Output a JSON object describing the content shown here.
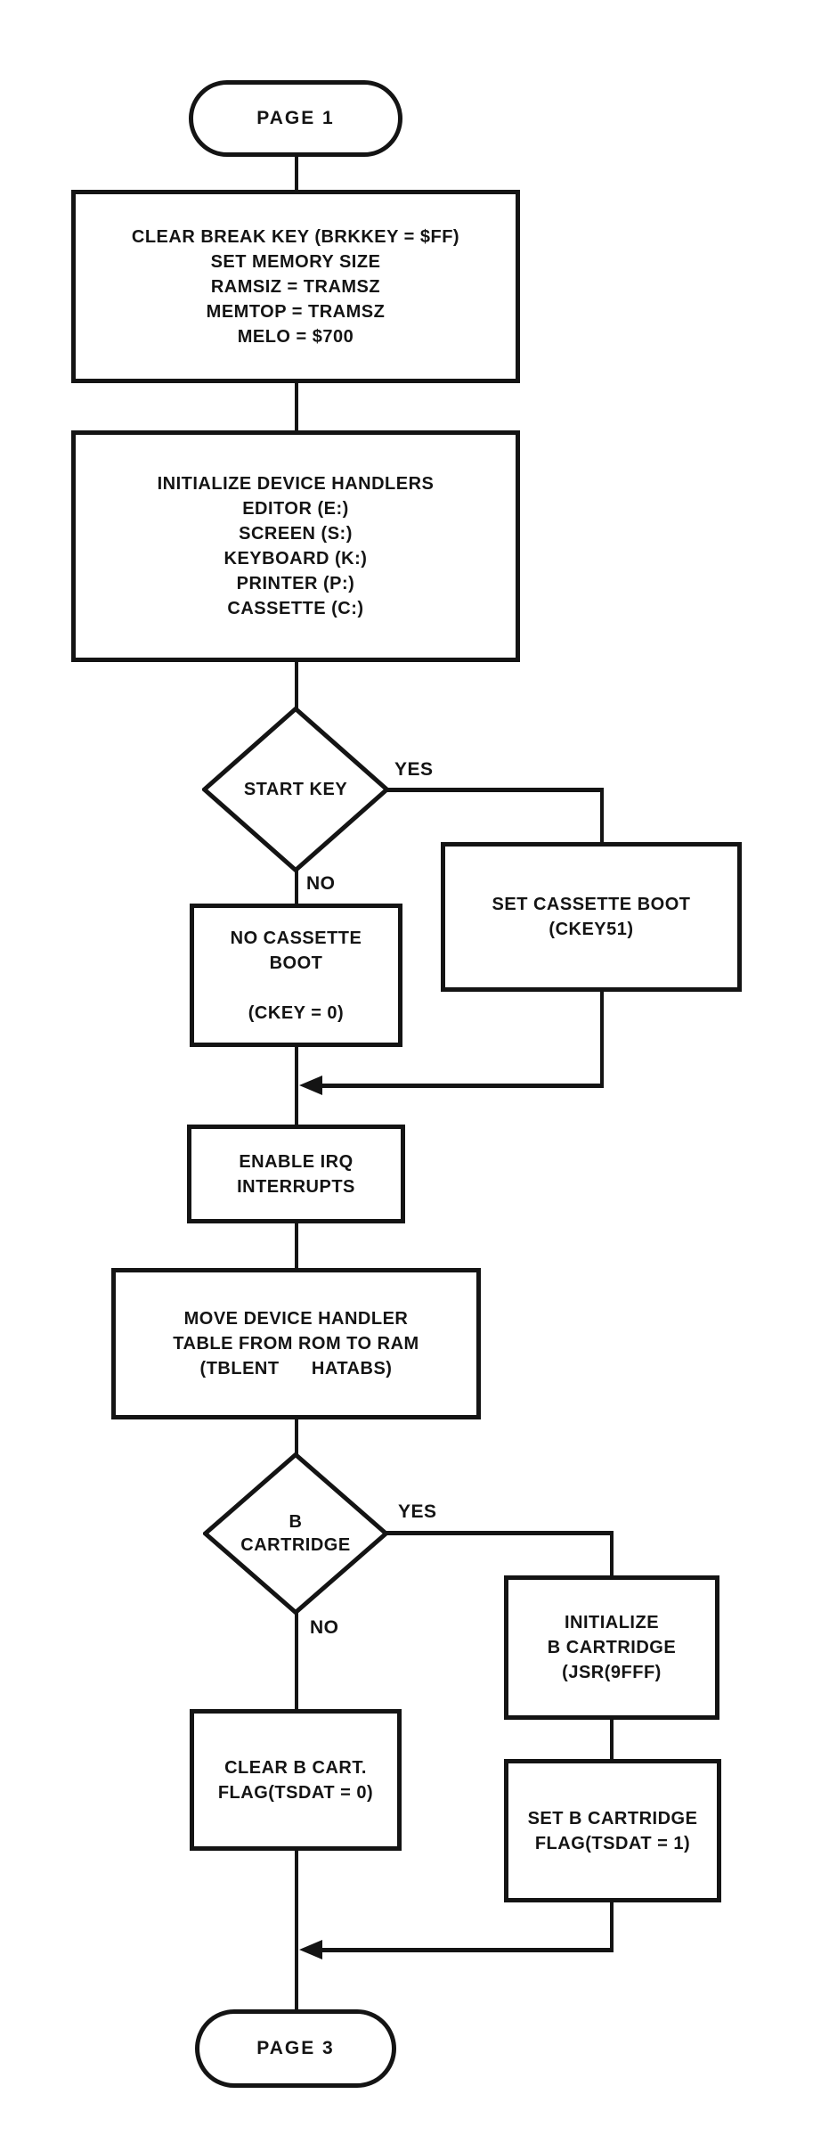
{
  "flowchart": {
    "colors": {
      "ink": "#141414",
      "background": "#ffffff"
    },
    "terminals": {
      "start": "PAGE 1",
      "end": "PAGE 3"
    },
    "processes": {
      "init_memory": "CLEAR BREAK KEY (BRKKEY = $FF)\nSET MEMORY SIZE\nRAMSIZ = TRAMSZ\nMEMTOP = TRAMSZ\nMELO = $700",
      "init_handlers": "INITIALIZE DEVICE HANDLERS\nEDITOR (E:)\nSCREEN (S:)\nKEYBOARD (K:)\nPRINTER (P:)\nCASSETTE (C:)",
      "no_cassette_boot": "NO CASSETTE\nBOOT\n \n(CKEY = 0)",
      "set_cassette_boot": "SET CASSETTE BOOT\n(CKEY51)",
      "enable_irq": "ENABLE IRQ\nINTERRUPTS",
      "move_handler_table": "MOVE DEVICE HANDLER\nTABLE FROM ROM TO RAM\n(TBLENT      HATABS)",
      "clear_b_cart": "CLEAR B CART.\nFLAG(TSDAT = 0)",
      "init_b_cart": "INITIALIZE\nB CARTRIDGE\n(JSR(9FFF)",
      "set_b_cart": "SET B CARTRIDGE\nFLAG(TSDAT = 1)"
    },
    "decisions": {
      "start_key": {
        "label": "START KEY",
        "yes": "YES",
        "no": "NO"
      },
      "b_cartridge": {
        "label": "B\nCARTRIDGE",
        "yes": "YES",
        "no": "NO"
      }
    }
  }
}
